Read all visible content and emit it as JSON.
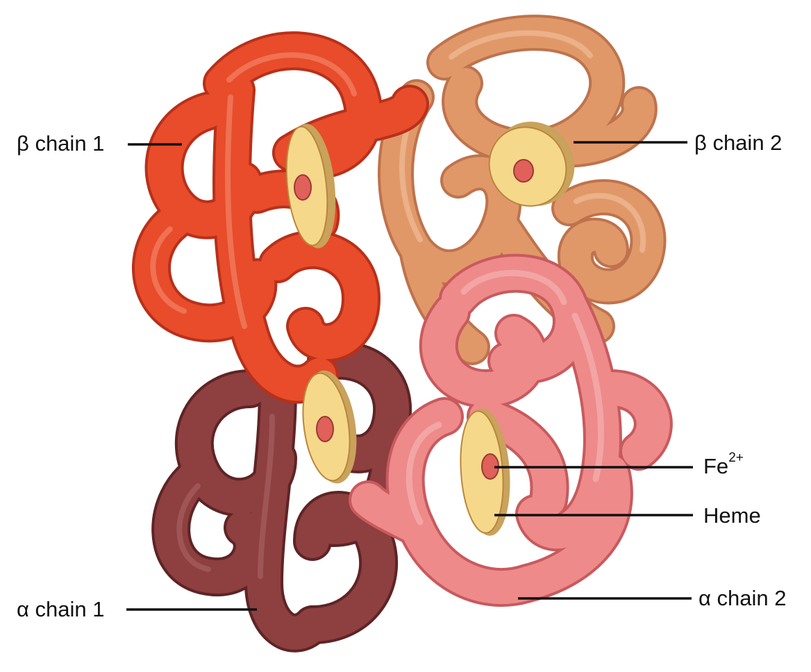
{
  "labels": {
    "beta_chain_1": "β chain 1",
    "beta_chain_2": "β chain 2",
    "alpha_chain_1": "α chain 1",
    "alpha_chain_2": "α chain 2",
    "iron_base": "Fe",
    "iron_charge": "2+",
    "heme": "Heme"
  },
  "colors": {
    "beta_chain_1": "#e84c2a",
    "beta_chain_2": "#e39a6a",
    "alpha_chain_1": "#8e3f3f",
    "alpha_chain_2": "#ee8a8a",
    "heme_disc": "#f6d88a",
    "iron_core": "#e0605a",
    "leader_line": "#111111"
  }
}
